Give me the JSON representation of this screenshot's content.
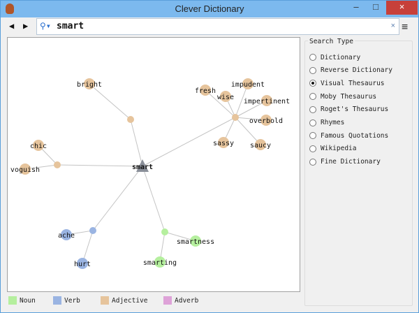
{
  "window": {
    "title": "Clever Dictionary",
    "minimize": "–",
    "maximize": "□",
    "close": "×"
  },
  "toolbar": {
    "back": "◀",
    "forward": "▶",
    "search_icon": "search-icon",
    "search_value": "smart",
    "clear": "×",
    "menu": "≡"
  },
  "graph": {
    "center": "smart",
    "nodes": [
      {
        "label": "bright",
        "type": "adjective"
      },
      {
        "label": "fresh",
        "type": "adjective"
      },
      {
        "label": "wise",
        "type": "adjective"
      },
      {
        "label": "impudent",
        "type": "adjective"
      },
      {
        "label": "impertinent",
        "type": "adjective"
      },
      {
        "label": "overbold",
        "type": "adjective"
      },
      {
        "label": "sassy",
        "type": "adjective"
      },
      {
        "label": "saucy",
        "type": "adjective"
      },
      {
        "label": "chic",
        "type": "adjective"
      },
      {
        "label": "voguish",
        "type": "adjective"
      },
      {
        "label": "ache",
        "type": "verb"
      },
      {
        "label": "hurt",
        "type": "verb"
      },
      {
        "label": "smartness",
        "type": "noun"
      },
      {
        "label": "smarting",
        "type": "noun"
      }
    ]
  },
  "search_type": {
    "title": "Search Type",
    "selected": "Visual Thesaurus",
    "options": [
      "Dictionary",
      "Reverse Dictionary",
      "Visual Thesaurus",
      "Moby Thesaurus",
      "Roget's Thesaurus",
      "Rhymes",
      "Famous Quotations",
      "Wikipedia",
      "Fine Dictionary"
    ]
  },
  "legend": [
    {
      "label": "Noun",
      "color": "#b5ef9e"
    },
    {
      "label": "Verb",
      "color": "#9ab4e2"
    },
    {
      "label": "Adjective",
      "color": "#e6c49c"
    },
    {
      "label": "Adverb",
      "color": "#dea2d8"
    }
  ],
  "colors": {
    "noun": "#b5ef9e",
    "verb": "#9ab4e2",
    "adjective": "#e6c49c",
    "adverb": "#dea2d8",
    "center": "#8a8f99"
  }
}
